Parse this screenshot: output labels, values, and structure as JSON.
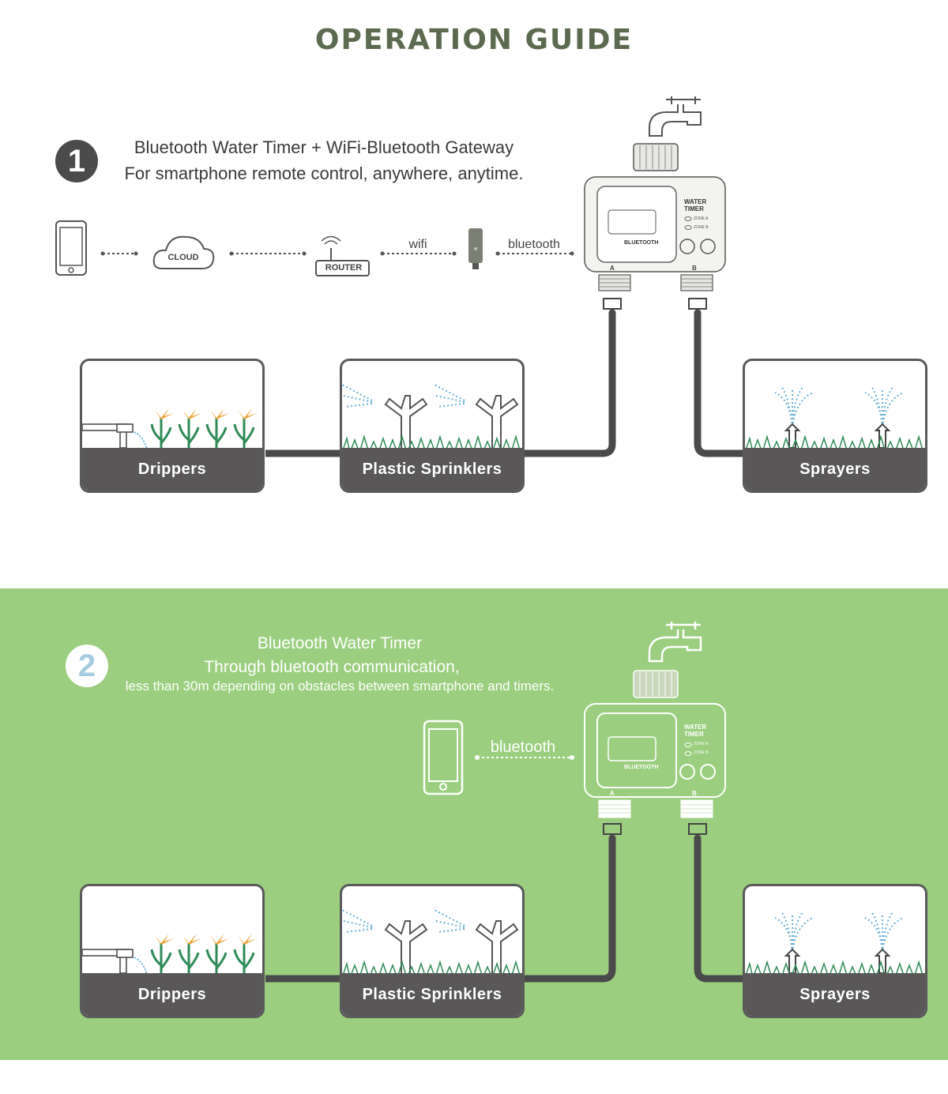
{
  "title": "OPERATION GUIDE",
  "section1": {
    "number": "1",
    "line1": "Bluetooth Water Timer + WiFi-Bluetooth Gateway",
    "line2": "For smartphone remote control, anywhere, anytime.",
    "cloud_label": "CLOUD",
    "router_label": "ROUTER",
    "wifi_label": "wifi",
    "bluetooth_label": "bluetooth",
    "panels": [
      "Drippers",
      "Plastic Sprinklers",
      "Sprayers"
    ]
  },
  "section2": {
    "number": "2",
    "line1": "Bluetooth Water Timer",
    "line2": "Through bluetooth communication,",
    "line3": "less than 30m depending on obstacles between smartphone and timers.",
    "bluetooth_label": "bluetooth",
    "panels": [
      "Drippers",
      "Plastic Sprinklers",
      "Sprayers"
    ]
  },
  "device": {
    "title_line1": "WATER",
    "title_line2": "TIMER",
    "zone_a": "ZONE A",
    "zone_b": "ZONE B",
    "brand": "BLUETOOTH",
    "outlet_a": "A",
    "outlet_b": "B"
  },
  "colors": {
    "pipe": "#4a4a4a",
    "panel_dark": "#595757",
    "green_bg": "#9bce7f",
    "spray_blue": "#6ab0d8",
    "grass": "#2e8b57",
    "flower": "#f0a030",
    "title_green": "#5c6b4f"
  }
}
